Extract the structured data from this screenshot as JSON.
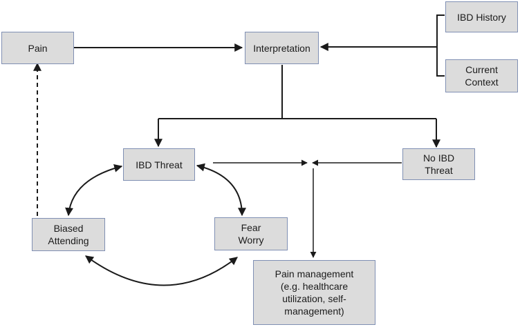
{
  "nodes": {
    "pain": "Pain",
    "interpretation": "Interpretation",
    "ibd_history": "IBD History",
    "current_context": "Current\nContext",
    "ibd_threat": "IBD Threat",
    "no_ibd_threat": "No IBD\nThreat",
    "biased_attending": "Biased\nAttending",
    "fear_worry": "Fear\nWorry",
    "pain_management": "Pain management\n(e.g. healthcare\nutilization, self-\nmanagement)"
  },
  "colors": {
    "box_fill": "#dcdcdc",
    "box_border": "#7f8fb3",
    "line": "#1a1a1a"
  },
  "edges": [
    {
      "from": "pain",
      "to": "interpretation",
      "style": "solid"
    },
    {
      "from": "ibd_history",
      "to": "interpretation",
      "style": "solid"
    },
    {
      "from": "current_context",
      "to": "interpretation",
      "style": "solid"
    },
    {
      "from": "interpretation",
      "to": "ibd_threat",
      "style": "solid"
    },
    {
      "from": "interpretation",
      "to": "no_ibd_threat",
      "style": "solid"
    },
    {
      "from": "ibd_threat",
      "to": "pain_management",
      "style": "solid"
    },
    {
      "from": "no_ibd_threat",
      "to": "pain_management",
      "style": "solid"
    },
    {
      "from": "biased_attending",
      "to": "pain",
      "style": "dashed"
    },
    {
      "from": "ibd_threat",
      "to": "biased_attending",
      "style": "solid",
      "bidirectional": true
    },
    {
      "from": "ibd_threat",
      "to": "fear_worry",
      "style": "solid",
      "bidirectional": true
    },
    {
      "from": "biased_attending",
      "to": "fear_worry",
      "style": "solid",
      "bidirectional": true
    }
  ]
}
